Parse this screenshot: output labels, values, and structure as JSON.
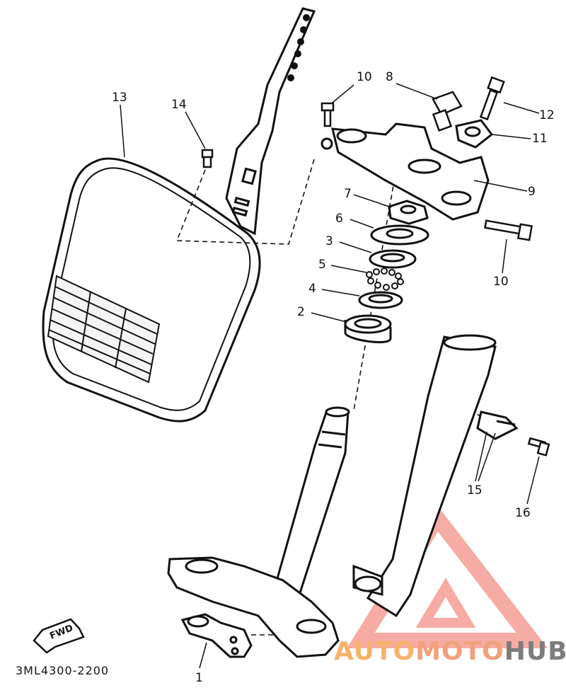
{
  "diagram": {
    "part_code": "3ML4300-2200",
    "fwd_label": "FWD",
    "watermark": {
      "part1": "AUTO",
      "part2": "MOTO",
      "part3": "HUB"
    },
    "callouts": {
      "c13": "13",
      "c14": "14",
      "c10a": "10",
      "c8": "8",
      "c12": "12",
      "c11": "11",
      "c9": "9",
      "c7": "7",
      "c6": "6",
      "c3": "3",
      "c5": "5",
      "c4": "4",
      "c2": "2",
      "c10b": "10",
      "c15": "15",
      "c16": "16",
      "c1": "1"
    }
  }
}
